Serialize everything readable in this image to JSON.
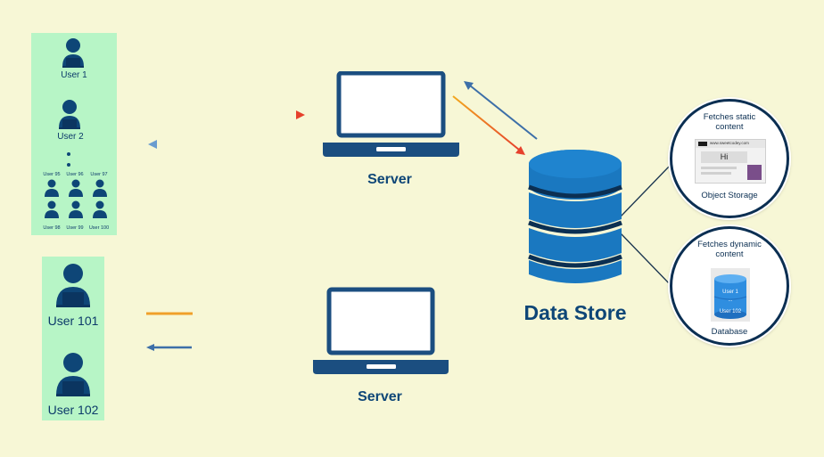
{
  "group1": {
    "users": [
      "User 1",
      "User 2"
    ],
    "grid_top": [
      "User 95",
      "User 96",
      "User 97"
    ],
    "grid_bottom": [
      "User 98",
      "User 99",
      "User 100"
    ]
  },
  "group2": {
    "users": [
      "User 101",
      "User 102"
    ]
  },
  "servers": [
    "Server",
    "Server"
  ],
  "data_store": "Data Store",
  "object_storage": {
    "heading": "Fetches static content",
    "url": "www.sweetcodey.com",
    "greeting": "Hi",
    "label": "Object Storage"
  },
  "database": {
    "heading": "Fetches dynamic content",
    "row_top": "User 1",
    "row_bottom": "User 102",
    "label": "Database"
  },
  "colors": {
    "background": "#f7f7d6",
    "user_panel": "#b7f5c6",
    "navy": "#0e4677",
    "request_arrow": "#e9542a",
    "response_arrow": "#3d6fa8",
    "db_blue": "#1a78c0"
  }
}
